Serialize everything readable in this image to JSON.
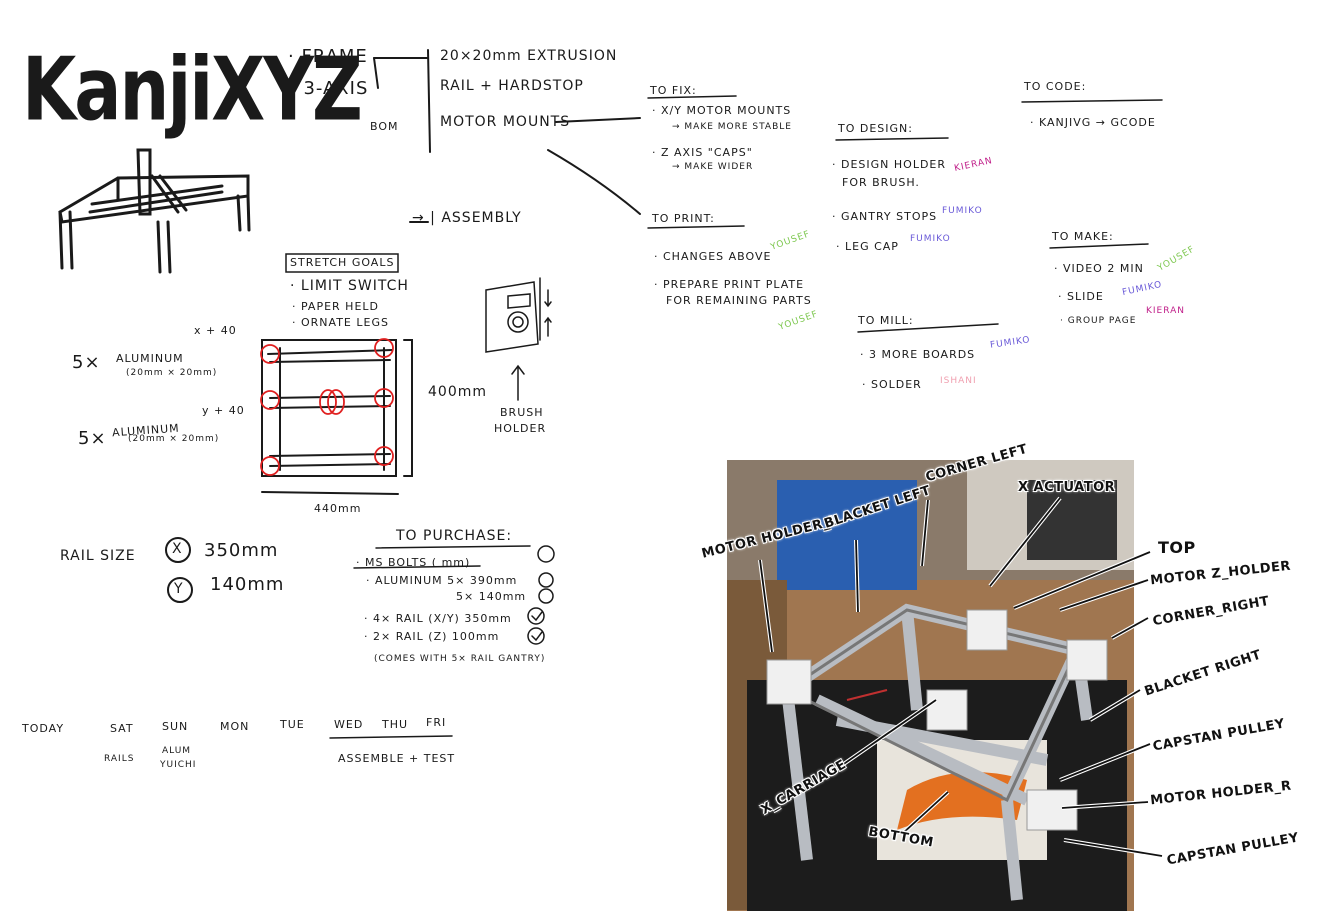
{
  "title": "KanjiXYZ",
  "specs": {
    "frame": "· FRAME",
    "axis": "· 3-AXIS",
    "bom": "BOM",
    "extrusion": "20×20mm EXTRUSION",
    "rail": "RAIL + HARDSTOP",
    "motor_mounts": "MOTOR MOUNTS",
    "assembly": "→ | ASSEMBLY"
  },
  "stretch_goals": {
    "title": "STRETCH GOALS",
    "items": [
      "· LIMIT SWITCH",
      "· PAPER HELD",
      "· ORNATE LEGS"
    ]
  },
  "frame_sketch": {
    "x_note": "x + 40",
    "y_note": "y + 40",
    "alum_x_count": "5×",
    "alum_x": "ALUMINUM",
    "alum_x_size": "(20mm × 20mm)",
    "alum_y_count": "5×",
    "alum_y": "ALUMINUM",
    "alum_y_size": "(20mm × 20mm)",
    "height_dim": "400mm",
    "width_dim": "440mm"
  },
  "brush_holder": {
    "label_1": "BRUSH",
    "label_2": "HOLDER"
  },
  "rail_size": {
    "label": "RAIL SIZE",
    "x_axis": "X",
    "x_len": "350mm",
    "y_axis": "Y",
    "y_len": "140mm"
  },
  "to_purchase": {
    "title": "TO PURCHASE:",
    "items": [
      "· MS BOLTS ( mm)",
      "· ALUMINUM 5× 390mm",
      "5× 140mm",
      "· 4× RAIL (X/Y) 350mm",
      "· 2× RAIL (Z) 100mm"
    ],
    "note": "(COMES WITH 5× RAIL GANTRY)"
  },
  "schedule": {
    "days": [
      "TODAY",
      "SAT",
      "SUN",
      "MON",
      "TUE",
      "WED",
      "THU",
      "FRI"
    ],
    "sat_task": "RAILS",
    "sun_task_1": "ALUM",
    "sun_task_2": "YUICHI",
    "wed_task": "ASSEMBLE + TEST"
  },
  "to_fix": {
    "title": "TO FIX:",
    "item1": "· X/Y MOTOR MOUNTS",
    "item1_sub": "→ MAKE MORE STABLE",
    "item2": "· Z AXIS \"CAPS\"",
    "item2_sub": "→ MAKE WIDER"
  },
  "to_print": {
    "title": "TO PRINT:",
    "item1": "· CHANGES ABOVE",
    "item1_who": "YOUSEF",
    "item2": "· PREPARE PRINT PLATE",
    "item2b": "FOR REMAINING PARTS",
    "item2_who": "YOUSEF"
  },
  "to_design": {
    "title": "TO DESIGN:",
    "item1": "· DESIGN HOLDER",
    "item1b": "FOR BRUSH.",
    "item1_who": "KIERAN",
    "item2": "· GANTRY STOPS",
    "item2_who": "FUMIKO",
    "item3": "· LEG CAP",
    "item3_who": "FUMIKO"
  },
  "to_mill": {
    "title": "TO MILL:",
    "item1": "· 3 MORE BOARDS",
    "item1_who": "FUMIKO",
    "item2": "· SOLDER",
    "item2_who": "ISHANI"
  },
  "to_code": {
    "title": "TO CODE:",
    "item1": "· KANJIVG → GCODE"
  },
  "to_make": {
    "title": "TO MAKE:",
    "item1": "· VIDEO 2 MIN",
    "item1_who": "YOUSEF",
    "item2": "· SLIDE",
    "item2_who": "FUMIKO",
    "item3": "· GROUP PAGE",
    "item3_who": "KIERAN"
  },
  "photo_labels": {
    "motor_holder_l": "MOTOR HOLDER_L",
    "bracket_left": "BLACKET LEFT",
    "corner_left": "CORNER LEFT",
    "x_actuator": "X ACTUATOR",
    "top": "TOP",
    "motor_z_holder": "MOTOR Z_HOLDER",
    "corner_right": "CORNER_RIGHT",
    "bracket_right": "BLACKET RIGHT",
    "capstan_pulley_1": "CAPSTAN PULLEY",
    "motor_holder_r": "MOTOR HOLDER_R",
    "capstan_pulley_2": "CAPSTAN PULLEY",
    "x_carriage": "X_CARRIAGE",
    "bottom": "BOTTOM"
  },
  "colors": {
    "ink": "#1a1a1a",
    "circle_red": "#e02020",
    "yousef_green": "#7ec850",
    "kieran_magenta": "#c0208a",
    "fumiko_purple": "#6a5ad8",
    "ishani_pink": "#f0a0b0"
  }
}
